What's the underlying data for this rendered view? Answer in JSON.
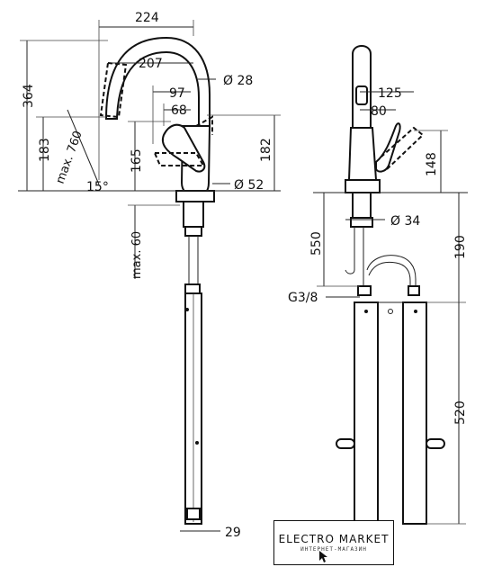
{
  "dimensions": {
    "spout_width": "224",
    "spout_reach": "207",
    "aerator_diameter": "Ø 28",
    "lever_reach_97": "97",
    "lever_reach_68": "68",
    "total_height": "364",
    "spout_height": "183",
    "hose_max": "max. 760",
    "tilt_angle": "15°",
    "lever_height": "165",
    "side_height": "182",
    "base_diameter": "Ø 52",
    "shank_max": "max. 60",
    "shank_width": "29",
    "lever_swing": "125",
    "lever_clearance": "80",
    "lever_top": "148",
    "supply_diameter": "Ø 34",
    "supply_length": "550",
    "connector_height": "190",
    "thread": "G3/8",
    "box_height": "520"
  },
  "logo": {
    "name": "ELECTRO MARKET",
    "subtitle": "ИНТЕРНЕТ-МАГАЗИН"
  }
}
